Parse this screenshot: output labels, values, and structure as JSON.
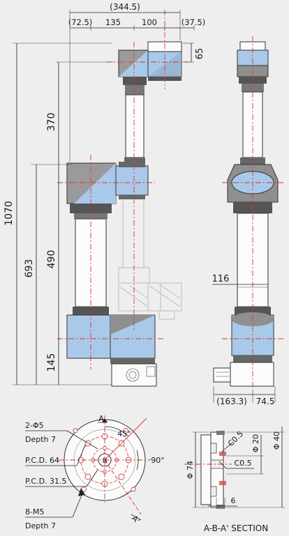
{
  "colors": {
    "background": "#eeeeee",
    "joint_blue": "#a9c9ea",
    "joint_gray": "#8f8f8f",
    "link_white": "#fbfbfb",
    "centerline_red": "#e0322b",
    "line": "#222222"
  },
  "front_view": {
    "dim_top_total": "(344.5)",
    "dim_top_a": "(72.5)",
    "dim_top_b": "135",
    "dim_top_c": "100",
    "dim_top_d": "(37.5)",
    "dim_right_65": "65",
    "dim_370": "370",
    "dim_1070": "1070",
    "dim_693": "693",
    "dim_490": "490",
    "dim_145": "145"
  },
  "side_view": {
    "dim_116": "116",
    "dim_163": "(163.3)",
    "dim_745": "74.5"
  },
  "flange_view": {
    "section_a_top": "A",
    "section_a_bottom": "A'",
    "angle_45": "45°",
    "angle_90": "90°",
    "center_label": "B",
    "holes_label": "2-Φ5",
    "holes_depth": "Depth 7",
    "pcd_64": "P.C.D. 64",
    "pcd_315": "P.C.D. 31.5",
    "threads_label": "8-M5",
    "threads_depth": "Depth 7"
  },
  "section_view": {
    "chamfer_a": "C0.5",
    "chamfer_b": "C0.5",
    "dia_20": "Φ 20",
    "dia_40": "Φ 40",
    "dia_74": "Φ 74",
    "depth_6": "6",
    "title": "A-B-A' SECTION"
  }
}
